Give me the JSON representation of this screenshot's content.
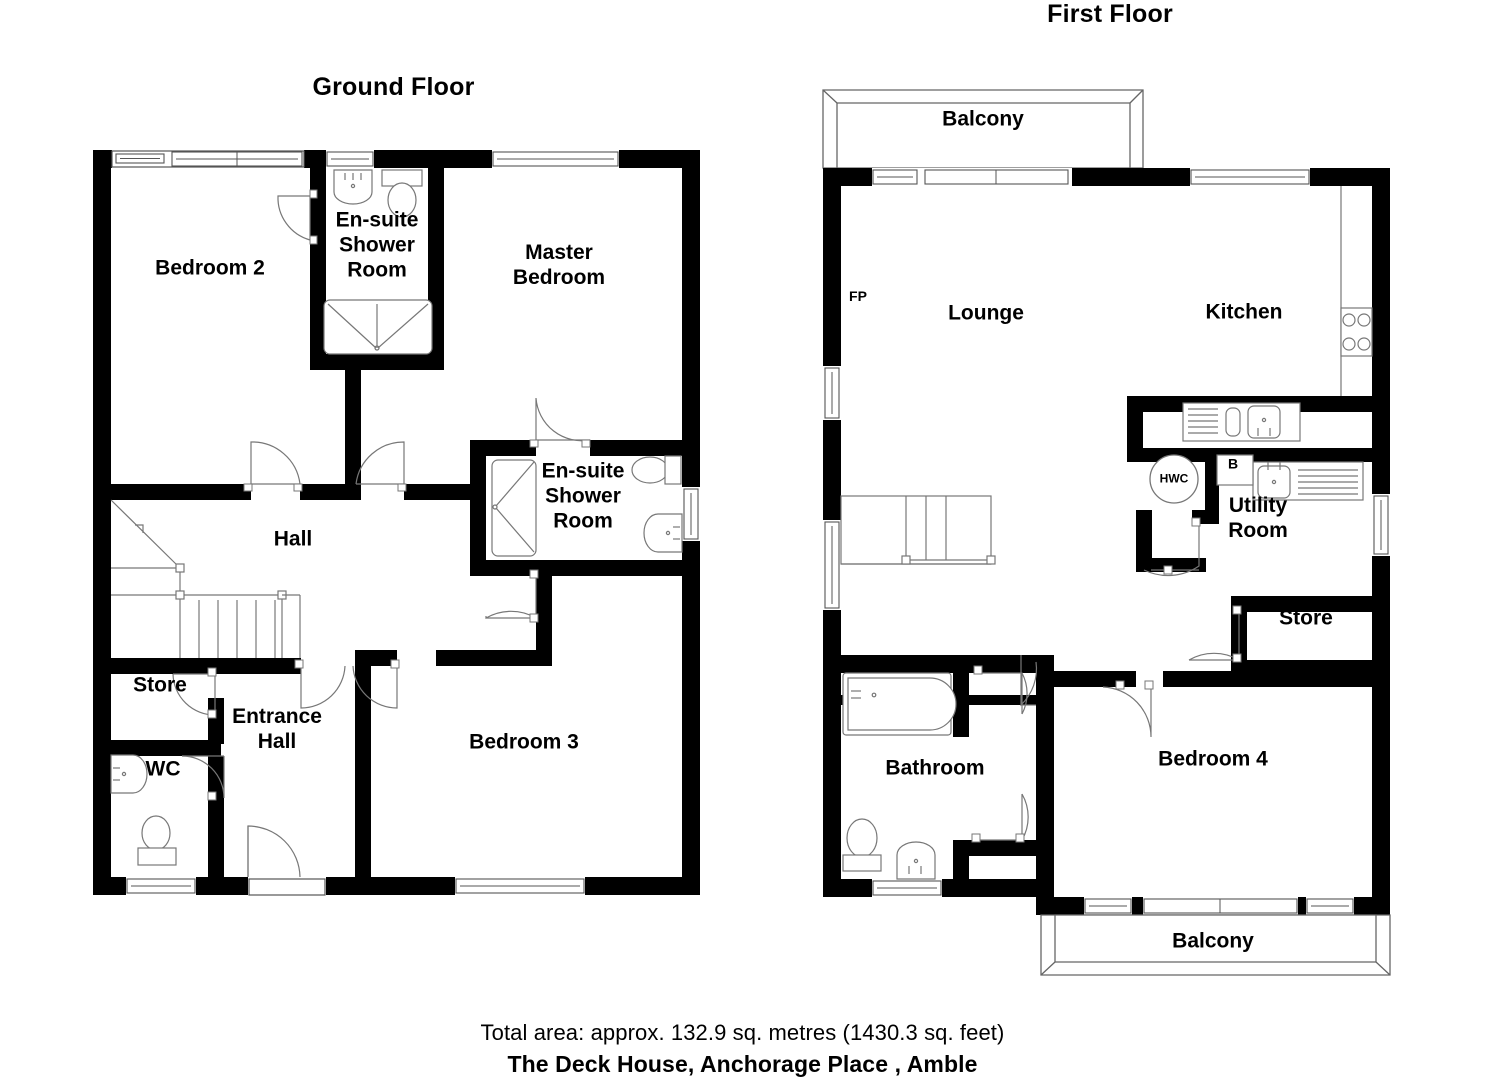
{
  "document": {
    "type": "floor-plan",
    "floors": [
      {
        "id": "ground",
        "title": "Ground Floor",
        "rooms": [
          {
            "name": "Bedroom 2",
            "label": "Bedroom 2"
          },
          {
            "name": "En-suite Shower Room",
            "label": "En-suite\nShower\nRoom"
          },
          {
            "name": "Master Bedroom",
            "label": "Master\nBedroom"
          },
          {
            "name": "Hall",
            "label": "Hall"
          },
          {
            "name": "En-suite Shower Room 2",
            "label": "En-suite\nShower\nRoom"
          },
          {
            "name": "Store",
            "label": "Store"
          },
          {
            "name": "Entrance Hall",
            "label": "Entrance\nHall"
          },
          {
            "name": "WC",
            "label": "WC"
          },
          {
            "name": "Bedroom 3",
            "label": "Bedroom 3"
          }
        ]
      },
      {
        "id": "first",
        "title": "First Floor",
        "rooms": [
          {
            "name": "Balcony Front",
            "label": "Balcony"
          },
          {
            "name": "Lounge",
            "label": "Lounge"
          },
          {
            "name": "Fireplace",
            "label": "FP"
          },
          {
            "name": "Kitchen",
            "label": "Kitchen"
          },
          {
            "name": "Hot Water Cylinder",
            "label": "HWC"
          },
          {
            "name": "Boiler",
            "label": "B"
          },
          {
            "name": "Utility Room",
            "label": "Utility\nRoom"
          },
          {
            "name": "Store",
            "label": "Store"
          },
          {
            "name": "Bathroom",
            "label": "Bathroom"
          },
          {
            "name": "Bedroom 4",
            "label": "Bedroom 4"
          },
          {
            "name": "Balcony Rear",
            "label": "Balcony"
          }
        ]
      }
    ],
    "footer": {
      "total_area": "Total area: approx. 132.9 sq. metres (1430.3 sq. feet)",
      "address": "The Deck House, Anchorage Place , Amble"
    },
    "colors": {
      "wall": "#000000",
      "fixture_line": "#888888",
      "background": "#ffffff",
      "text": "#000000"
    }
  }
}
